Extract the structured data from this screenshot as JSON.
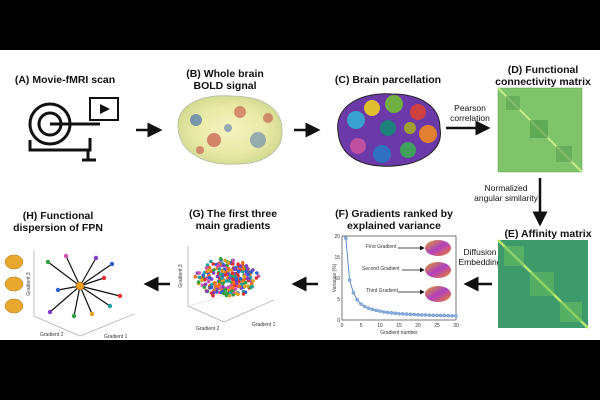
{
  "labels": {
    "a": "(A) Movie-fMRI scan",
    "b": "(B) Whole brain\nBOLD signal",
    "c": "(C) Brain parcellation",
    "d": "(D) Functional\nconnectivity matrix",
    "e": "(E) Affinity matrix",
    "f": "(F) Gradients ranked by\nexplained variance",
    "g": "(G) The first three\nmain gradients",
    "h": "(H) Functional\ndispersion of FPN"
  },
  "arrow_labels": {
    "pearson": "Pearson\ncorrelation",
    "angular": "Normalized\nangular similarity",
    "diffusion": "Diffusion\nEmbedding"
  },
  "gradient_labels": {
    "first": "First Gradient",
    "second": "Second Gradient",
    "third": "Third Gradient"
  },
  "axes": {
    "ylabel": "Variance (%)",
    "xlabel": "Gradient number",
    "yticks": [
      "20",
      "15",
      "10",
      "5",
      "0"
    ],
    "xticks": [
      "0",
      "5",
      "10",
      "15",
      "20",
      "25",
      "30"
    ],
    "g_axis1": "Gradient 1",
    "g_axis2": "Gradient 2",
    "g_axis3": "Gradient 3"
  },
  "chart_data": {
    "type": "line",
    "ylabel": "Variance (%)",
    "xlabel": "Gradient number",
    "ylim": [
      0,
      20
    ],
    "xlim": [
      0,
      30
    ],
    "x": [
      1,
      2,
      3,
      4,
      5,
      6,
      7,
      8,
      9,
      10,
      11,
      12,
      13,
      14,
      15,
      16,
      17,
      18,
      19,
      20,
      21,
      22,
      23,
      24,
      25,
      26,
      27,
      28,
      29,
      30
    ],
    "values": [
      19.5,
      9.5,
      6.5,
      4.8,
      3.8,
      3.2,
      2.8,
      2.5,
      2.3,
      2.1,
      1.9,
      1.8,
      1.7,
      1.6,
      1.5,
      1.45,
      1.4,
      1.35,
      1.3,
      1.25,
      1.2,
      1.18,
      1.15,
      1.12,
      1.1,
      1.08,
      1.05,
      1.03,
      1.0,
      0.98
    ]
  }
}
